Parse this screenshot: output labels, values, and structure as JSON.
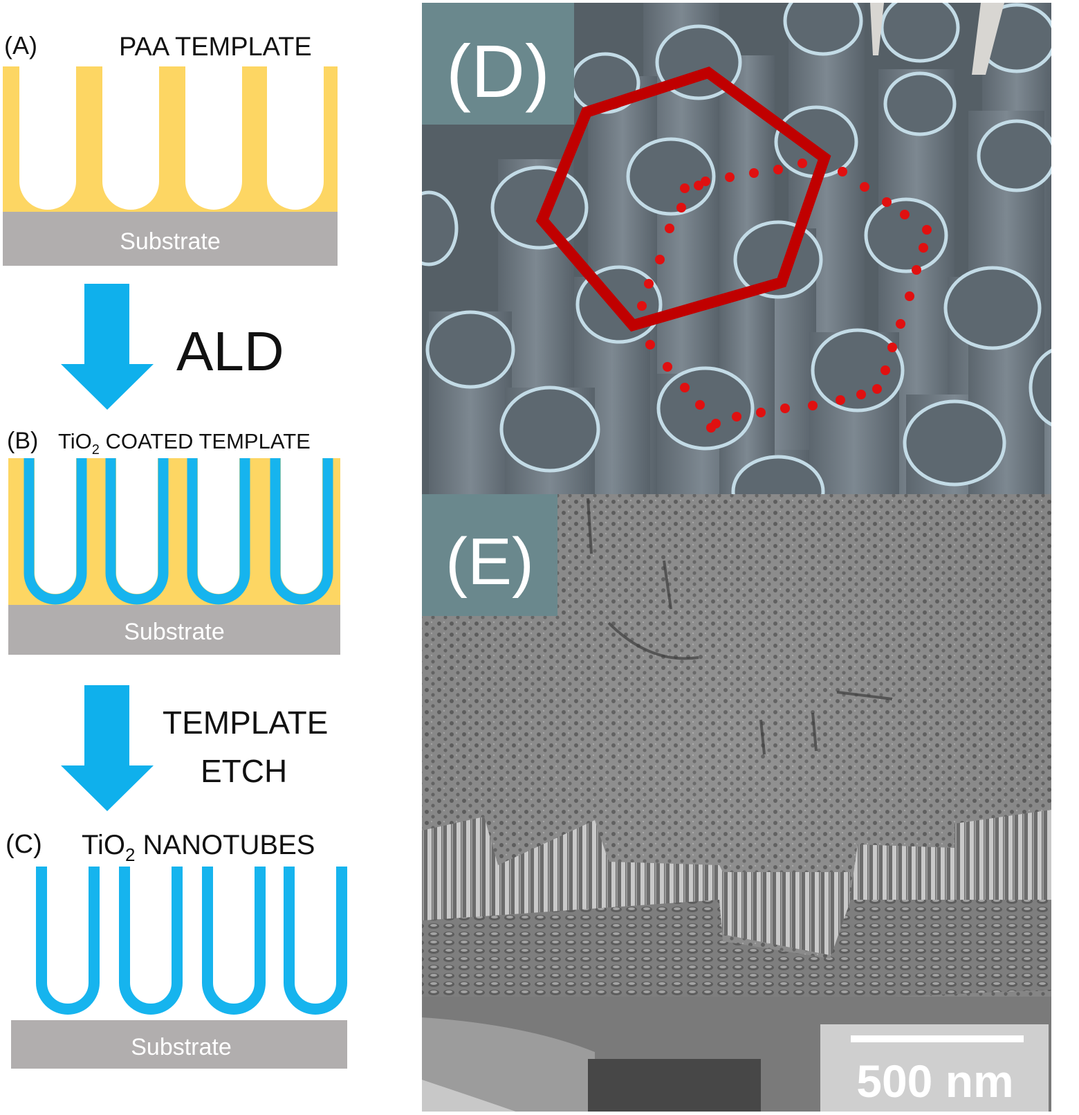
{
  "left_panel": {
    "panel_a": {
      "letter": "(A)",
      "title": "PAA TEMPLATE",
      "substrate": "Substrate"
    },
    "step1": {
      "label": "ALD"
    },
    "panel_b": {
      "letter": "(B)",
      "title_prefix": "TiO",
      "title_sub": "2",
      "title_suffix": " COATED TEMPLATE",
      "substrate": "Substrate"
    },
    "step2": {
      "label_line1": "TEMPLATE",
      "label_line2": "ETCH"
    },
    "panel_c": {
      "letter": "(C)",
      "title_prefix": "TiO",
      "title_sub": "2",
      "title_suffix": " NANOTUBES",
      "substrate": "Substrate"
    }
  },
  "right_panel": {
    "panel_d": {
      "letter": "(D)"
    },
    "panel_e": {
      "letter": "(E)",
      "scale_bar": "500 nm"
    }
  },
  "colors": {
    "template_yellow": "#fdd663",
    "tio2_blue": "#16b4ee",
    "substrate_gray": "#b1aeae",
    "arrow_blue": "#0fb0ec",
    "label_box": "#6a888d",
    "tube_gray": "#6f7a82",
    "tube_rim": "#c3dbe6",
    "hexagon_red": "#c00000",
    "sem_gray": "#8a8a8a"
  },
  "icons": [
    "down-arrow-icon",
    "hexagon-outline",
    "dotted-hexagon-outline"
  ]
}
